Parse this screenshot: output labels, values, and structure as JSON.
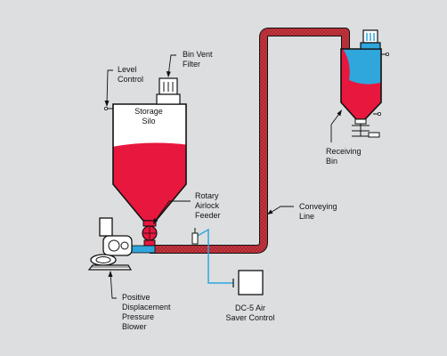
{
  "colors": {
    "background": "#dcdee0",
    "material_red": "#e8173e",
    "air_blue": "#2fa6dc",
    "pipe_red": "#d9323c",
    "outline": "#111111"
  },
  "labels": {
    "level_control": [
      "Level",
      "Control"
    ],
    "bin_vent_filter": [
      "Bin Vent",
      "Filter"
    ],
    "storage_silo": [
      "Storage",
      "Silo"
    ],
    "rotary_airlock_feeder": [
      "Rotary",
      "Airlock",
      "Feeder"
    ],
    "conveying_line": [
      "Conveying",
      "Line"
    ],
    "receiving_bin": [
      "Receiving",
      "Bin"
    ],
    "blower": [
      "Positive",
      "Displacement",
      "Pressure",
      "Blower"
    ],
    "dc5_control": [
      "DC-5 Air",
      "Saver Control"
    ]
  }
}
